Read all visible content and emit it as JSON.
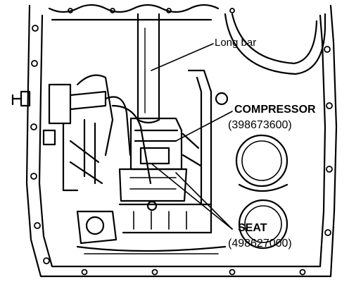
{
  "figure": {
    "colors": {
      "ink": "#000000",
      "paper": "#ffffff"
    },
    "callouts": {
      "long_bar": {
        "label": "Long bar"
      },
      "compressor": {
        "label": "COMPRESSOR",
        "part_number": "(398673600)"
      },
      "seat": {
        "label": "SEAT",
        "part_number": "(498627000)"
      }
    }
  }
}
